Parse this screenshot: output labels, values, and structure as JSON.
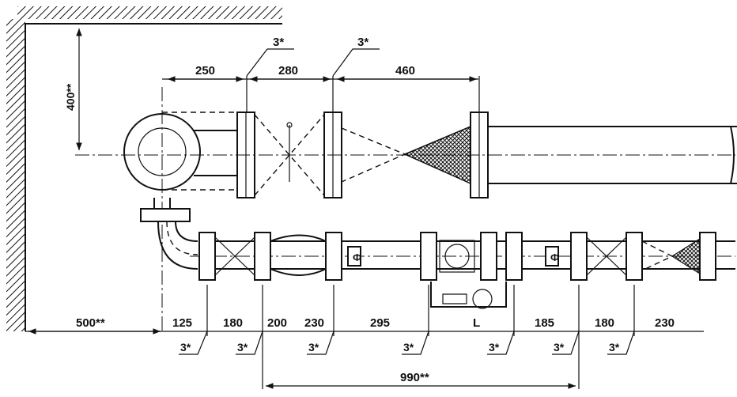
{
  "dimensions": {
    "d400": "400**",
    "d250": "250",
    "d280": "280",
    "d460": "460",
    "d500": "500**",
    "d125": "125",
    "d180a": "180",
    "d200": "200",
    "d230a": "230",
    "d295": "295",
    "dL": "L",
    "d185": "185",
    "d180b": "180",
    "d230b": "230",
    "d990": "990**"
  },
  "weld_marks": {
    "top1": "3*",
    "top2": "3*",
    "bottom": [
      "3*",
      "3*",
      "3*",
      "3*",
      "3*",
      "3*",
      "3*"
    ]
  },
  "valve_symbols": {
    "upper_fitting": "Ф",
    "lower_fitting": "Ф"
  },
  "colors": {
    "ink": "#111111",
    "background": "#ffffff"
  }
}
